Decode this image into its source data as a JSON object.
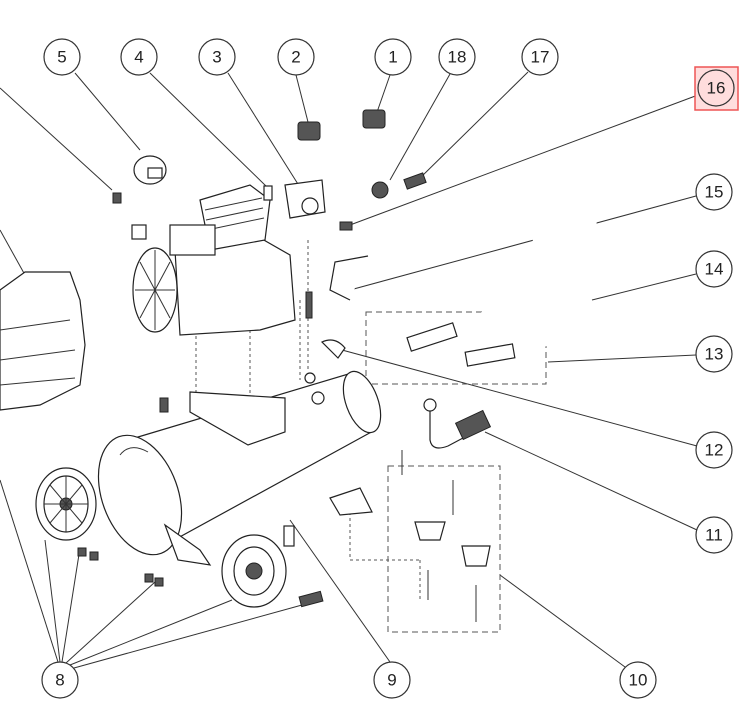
{
  "diagram": {
    "highlight_color": "#ffdddd",
    "highlight_border": "#ee5555",
    "callouts": [
      {
        "id": "c5",
        "label": "5"
      },
      {
        "id": "c4",
        "label": "4"
      },
      {
        "id": "c3",
        "label": "3"
      },
      {
        "id": "c2",
        "label": "2"
      },
      {
        "id": "c1",
        "label": "1"
      },
      {
        "id": "c18",
        "label": "18"
      },
      {
        "id": "c17",
        "label": "17"
      },
      {
        "id": "c16",
        "label": "16",
        "highlighted": true
      },
      {
        "id": "c15",
        "label": "15"
      },
      {
        "id": "c14",
        "label": "14"
      },
      {
        "id": "c13",
        "label": "13"
      },
      {
        "id": "c12",
        "label": "12"
      },
      {
        "id": "c11",
        "label": "11"
      },
      {
        "id": "c10",
        "label": "10"
      },
      {
        "id": "c9",
        "label": "9"
      },
      {
        "id": "c8",
        "label": "8"
      }
    ]
  }
}
